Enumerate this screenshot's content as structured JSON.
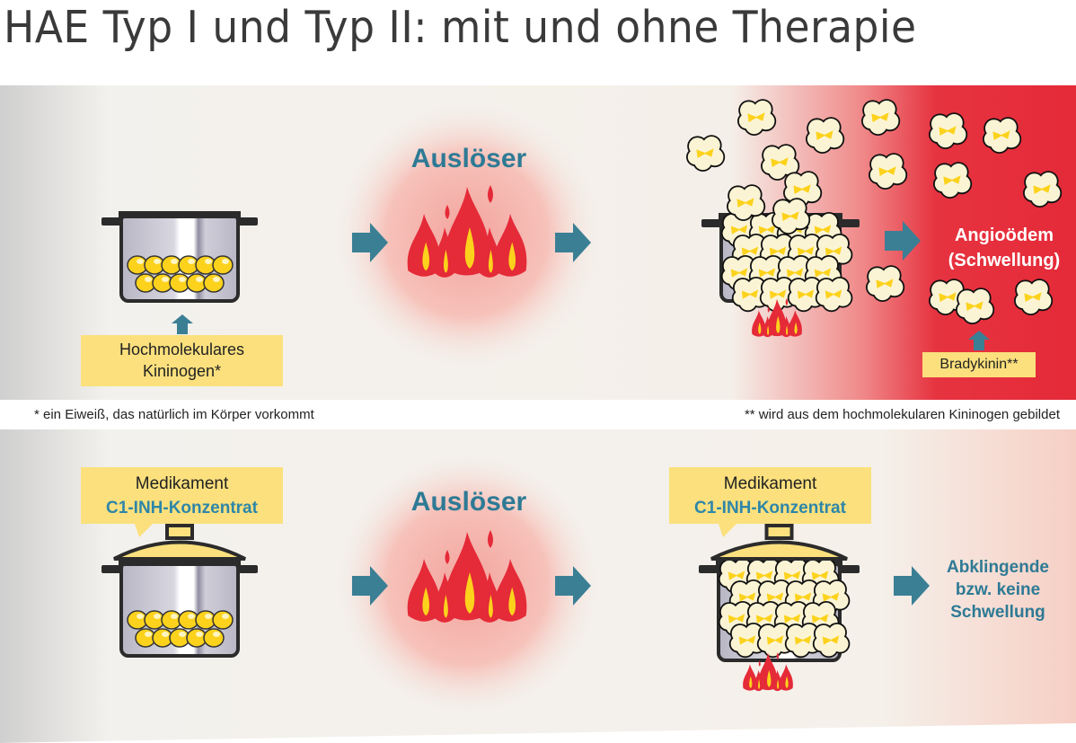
{
  "title": "HAE Typ I und Typ II: mit und ohne Therapie",
  "top_row": {
    "kininogen_label": [
      "Hochmolekulares",
      "Kininogen*"
    ],
    "trigger_label": "Auslöser",
    "result_label": [
      "Angioödem",
      "(Schwellung)"
    ],
    "bradykinin_label": "Bradykinin**"
  },
  "footnotes": {
    "left": "* ein Eiweiß, das natürlich im Körper vorkommt",
    "right": "** wird aus dem hochmolekularen Kininogen gebildet"
  },
  "bottom_row": {
    "medication_label": "Medikament",
    "medication_name": "C1-INH-Konzentrat",
    "trigger_label": "Auslöser",
    "result_label": [
      "Abklingende",
      "bzw. keine",
      "Schwellung"
    ]
  },
  "colors": {
    "teal": "#2e7a95",
    "arrow": "#3b7f95",
    "label_bg": "#fbe07d",
    "red": "#e52a38",
    "flame_yellow": "#fcd21c"
  }
}
